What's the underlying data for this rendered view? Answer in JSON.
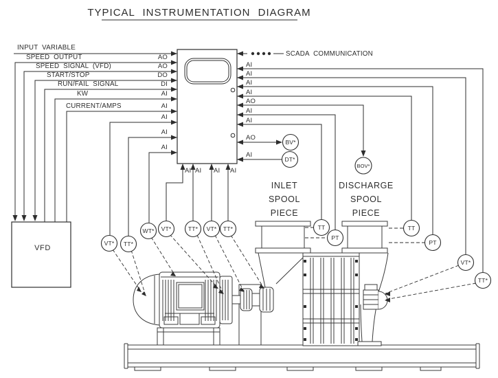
{
  "title": "TYPICAL INSTRUMENTATION DIAGRAM",
  "scada": {
    "label": "SCADA COMMUNICATION"
  },
  "vfd": {
    "label": "VFD"
  },
  "left_rows": [
    {
      "label": "INPUT VARIABLE",
      "io": ""
    },
    {
      "label": "SPEED OUTPUT",
      "io": "AO"
    },
    {
      "label": "SPEED SIGNAL (VFD)",
      "io": "AO"
    },
    {
      "label": "START/STOP",
      "io": "DO"
    },
    {
      "label": "RUN/FAIL SIGNAL",
      "io": "DI"
    },
    {
      "label": "KW",
      "io": "AI"
    },
    {
      "label": "CURRENT/AMPS",
      "io": "AI"
    },
    {
      "label": "",
      "io": "AI"
    },
    {
      "label": "",
      "io": "AI"
    },
    {
      "label": "",
      "io": "AI"
    }
  ],
  "bottom_rows": {
    "io1": "AI",
    "io2": "AI",
    "io3": "AI",
    "io4": "AI"
  },
  "right_rows": {
    "r1": "AI",
    "r2": "AI",
    "r3": "AI",
    "r4": "AI",
    "r5": "AO",
    "r6": "AI",
    "r7": "AI",
    "r8": "AO",
    "r9": "AI"
  },
  "bubbles": {
    "vt1": "VT*",
    "tt2": "TT*",
    "wt3": "WT*",
    "vt4": "VT*",
    "tt5": "TT*",
    "vt6": "VT*",
    "tt7": "TT*",
    "bv": "BV*",
    "dt": "DT*",
    "bov": "BOV*",
    "inlet_tt": "TT",
    "inlet_pt": "PT",
    "discharge_tt": "TT",
    "discharge_pt": "PT",
    "blower_vt": "VT*",
    "blower_tt": "TT*"
  },
  "spool_labels": {
    "inlet": [
      "INLET",
      "SPOOL",
      "PIECE"
    ],
    "discharge": [
      "DISCHARGE",
      "SPOOL",
      "PIECE"
    ]
  },
  "colors": {
    "line": "#2d2d2d",
    "background": "#ffffff"
  }
}
